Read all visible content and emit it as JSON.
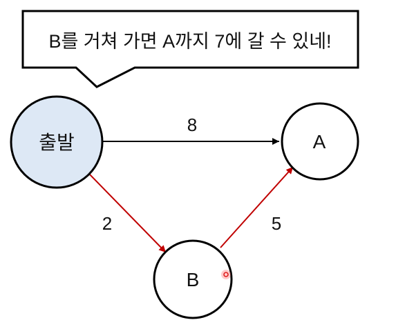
{
  "speech_bubble": {
    "text": "B를 거쳐 가면 A까지 7에 갈 수 있네!"
  },
  "nodes": {
    "start": {
      "label": "출발",
      "fill": "#dde8f5"
    },
    "a": {
      "label": "A",
      "fill": "#ffffff"
    },
    "b": {
      "label": "B",
      "fill": "#ffffff"
    }
  },
  "edges": {
    "start_to_a": {
      "weight": "8",
      "color": "#000000"
    },
    "start_to_b": {
      "weight": "2",
      "color": "#c00000"
    },
    "b_to_a": {
      "weight": "5",
      "color": "#c00000"
    }
  },
  "cursor": {
    "color": "#e02020"
  }
}
